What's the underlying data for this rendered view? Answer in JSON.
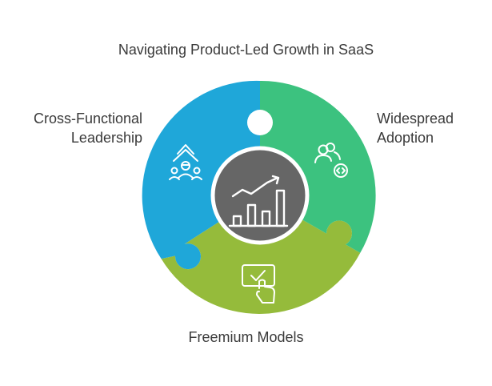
{
  "title": "Navigating Product-Led Growth in SaaS",
  "segments": [
    {
      "id": "cross-functional-leadership",
      "label": [
        "Cross-Functional",
        "Leadership"
      ],
      "color": "#1fa7d9",
      "icon": "leadership-growth-icon"
    },
    {
      "id": "widespread-adoption",
      "label": [
        "Widespread",
        "Adoption"
      ],
      "color": "#3cc27f",
      "icon": "users-code-icon"
    },
    {
      "id": "freemium-models",
      "label": [
        "Freemium Models"
      ],
      "color": "#95bb3b",
      "icon": "hand-checkbox-icon"
    }
  ],
  "center": {
    "color": "#666666",
    "icon": "growth-chart-icon"
  },
  "icon_color": "#ffffff"
}
